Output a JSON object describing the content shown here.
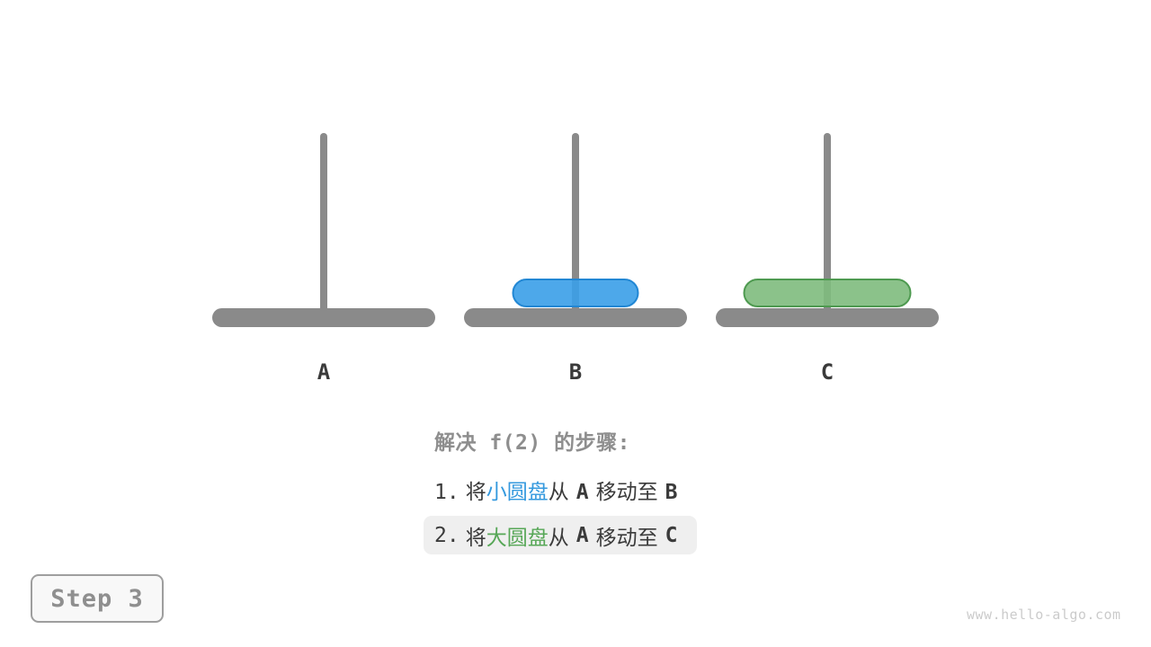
{
  "scene": {
    "peg_color": "#8A8A8A",
    "towers": [
      {
        "id": "A",
        "label": "A",
        "disks": []
      },
      {
        "id": "B",
        "label": "B",
        "disks": [
          {
            "name": "small-disk",
            "width": 141,
            "fill": "#3A9FE8",
            "border": "#2287D4"
          }
        ]
      },
      {
        "id": "C",
        "label": "C",
        "disks": [
          {
            "name": "large-disk",
            "width": 187,
            "fill": "#7EBB7D",
            "border": "#4E9A50"
          }
        ]
      }
    ]
  },
  "caption": {
    "title": "解决 f(2) 的步骤:",
    "highlight_bg": "#EFEFEF",
    "steps": [
      {
        "number": "1.",
        "action": "将",
        "disk": "小圆盘",
        "disk_color": "#3499DE",
        "from_word": "从",
        "from": "A",
        "move_word": "移动至",
        "to": "B",
        "highlighted": false
      },
      {
        "number": "2.",
        "action": "将",
        "disk": "大圆盘",
        "disk_color": "#57A757",
        "from_word": "从",
        "from": "A",
        "move_word": "移动至",
        "to": "C",
        "highlighted": true
      }
    ]
  },
  "step_badge": {
    "label": "Step 3"
  },
  "watermark": {
    "text": "www.hello-algo.com"
  }
}
